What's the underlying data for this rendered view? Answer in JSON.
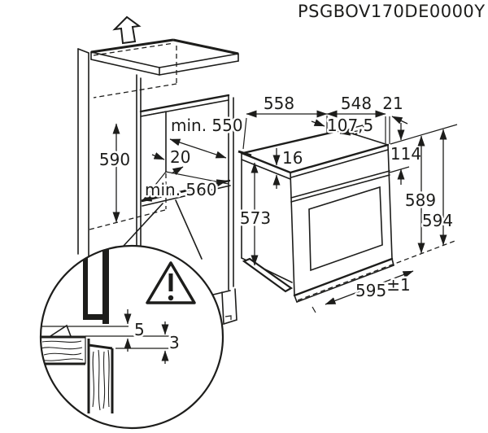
{
  "title": "PSGBOV170DE0000Y",
  "colors": {
    "line": "#1d1d1b",
    "background": "#ffffff"
  },
  "icons": {
    "removal_direction": "up-block-arrow",
    "caution": "warning-triangle-exclamation"
  },
  "labels": {
    "niche_height": "590",
    "niche_depth": "min. 550",
    "rear_gap": "20",
    "niche_width": "min. 560",
    "oven_depth": "558",
    "body_depth": "548",
    "door_gap": "21",
    "top_offset": "107,5",
    "top_edge_gap": "16",
    "body_height": "573",
    "panel_height": "114",
    "height_min": "589",
    "height_max": "594",
    "width": "595",
    "width_tol": "±1",
    "rear_clearance_top": "5",
    "rear_clearance_bottom": "3"
  }
}
